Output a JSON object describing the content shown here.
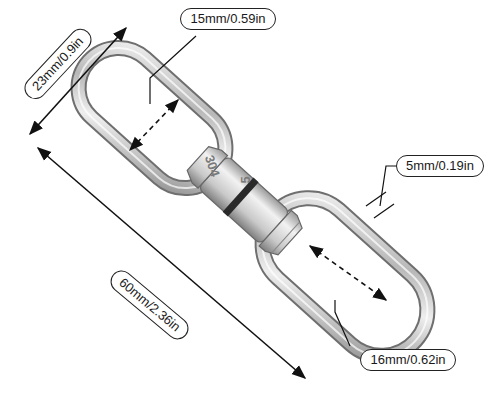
{
  "diagram": {
    "labels": [
      "23mm/0.9in",
      "15mm/0.59in",
      "5mm/0.19in",
      "60mm/2.36in",
      "16mm/0.62in",
      "304",
      "5"
    ]
  }
}
